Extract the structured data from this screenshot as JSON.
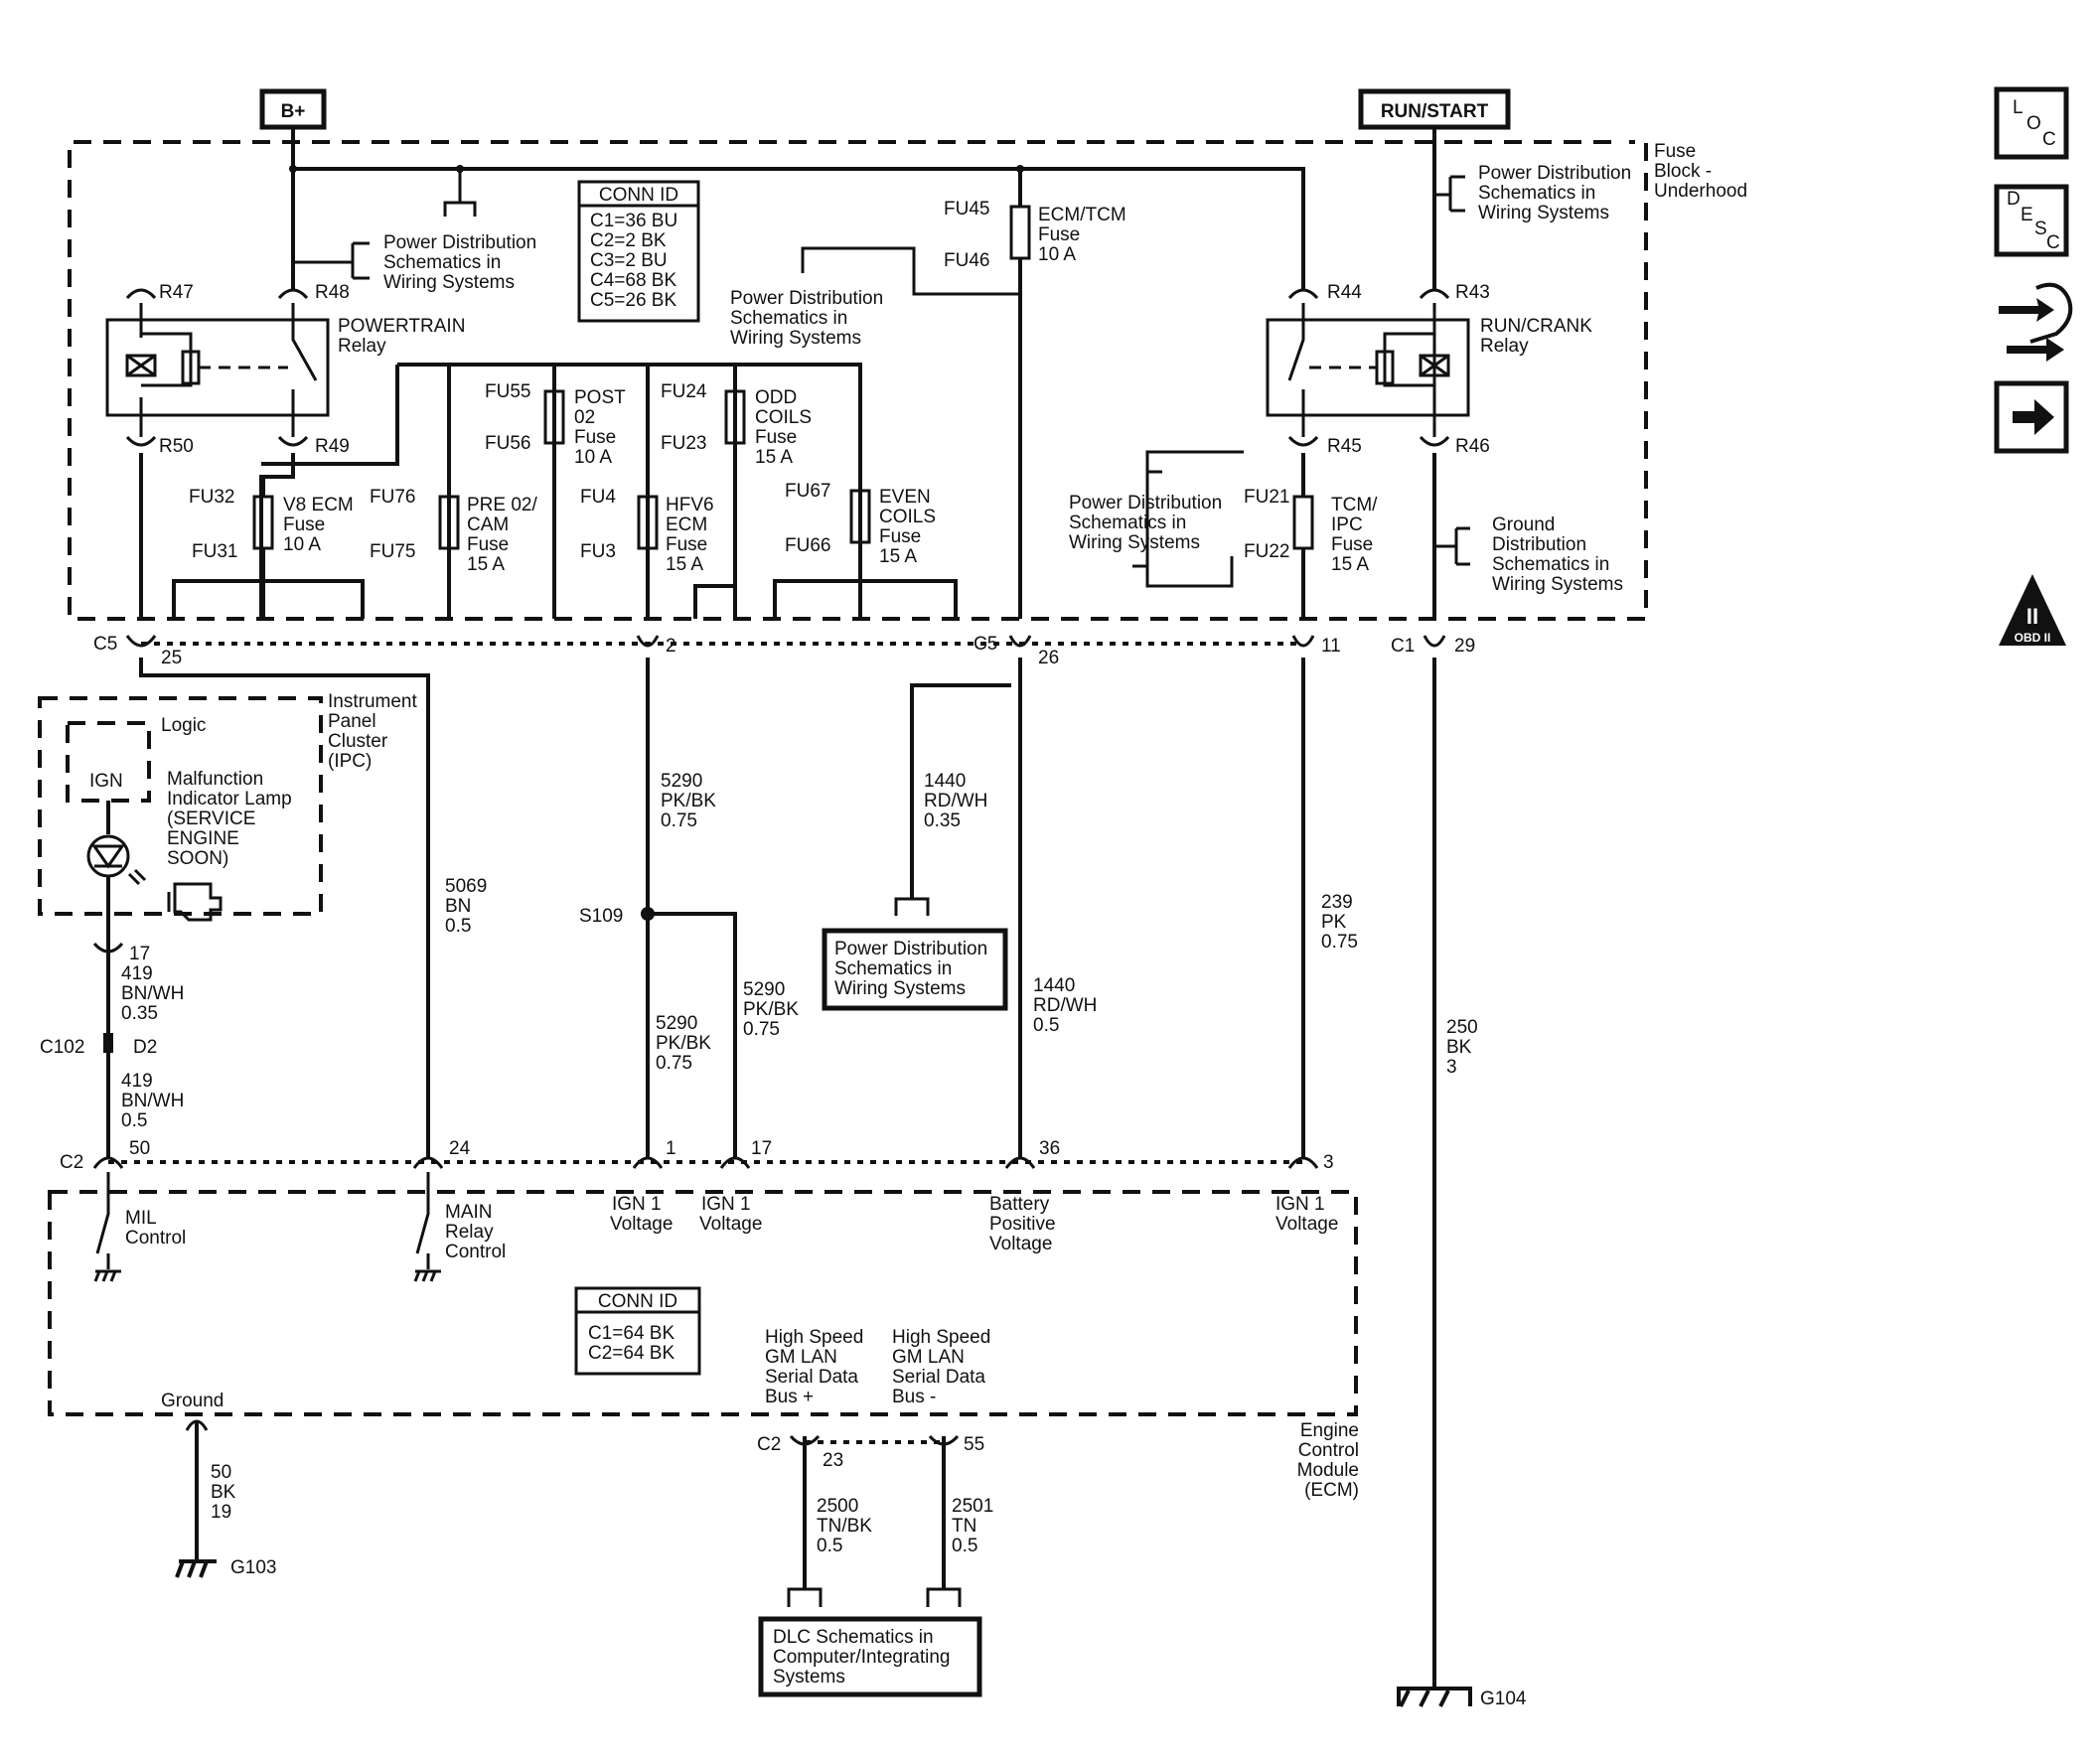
{
  "supplies": {
    "bplus": "B+",
    "run_start": "RUN/START"
  },
  "fuse_block": {
    "title": [
      "Fuse",
      "Block -",
      "Underhood"
    ]
  },
  "conn_id_top": {
    "title": "CONN ID",
    "lines": [
      "C1=36 BU",
      "C2=2 BK",
      "C3=2 BU",
      "C4=68 BK",
      "C5=26 BK"
    ]
  },
  "conn_id_ecm": {
    "title": "CONN ID",
    "lines": [
      "C1=64 BK",
      "C2=64 BK"
    ]
  },
  "pd_ref": [
    "Power Distribution",
    "Schematics in",
    "Wiring Systems"
  ],
  "pd_ref_box": [
    "Power Distribution",
    "Schematics in",
    "Wiring  Systems"
  ],
  "gnd_ref": [
    "Ground",
    "Distribution",
    "Schematics in",
    "Wiring Systems"
  ],
  "dlc_ref": [
    "DLC Schematics in",
    "Computer/Integrating",
    "Systems"
  ],
  "relays": {
    "powertrain": {
      "name": [
        "POWERTRAIN",
        "Relay"
      ],
      "pins": [
        "R47",
        "R48",
        "R50",
        "R49"
      ]
    },
    "run_crank": {
      "name": [
        "RUN/CRANK",
        "Relay"
      ],
      "pins": [
        "R44",
        "R43",
        "R45",
        "R46"
      ]
    }
  },
  "fuses": {
    "ecm_tcm": {
      "label": [
        "ECM/TCM",
        "Fuse",
        "10 A"
      ],
      "top": "FU45",
      "bottom": "FU46"
    },
    "post_o2": {
      "label": [
        "POST",
        "02",
        "Fuse",
        "10 A"
      ],
      "top": "FU55",
      "bottom": "FU56"
    },
    "odd_coils": {
      "label": [
        "ODD",
        "COILS",
        "Fuse",
        "15 A"
      ],
      "top": "FU24",
      "bottom": "FU23"
    },
    "v8_ecm": {
      "label": [
        "V8 ECM",
        "Fuse",
        "10 A"
      ],
      "top": "FU32",
      "bottom": "FU31"
    },
    "pre_o2_cam": {
      "label": [
        "PRE 02/",
        "CAM",
        "Fuse",
        "15 A"
      ],
      "top": "FU76",
      "bottom": "FU75"
    },
    "hfv6_ecm": {
      "label": [
        "HFV6",
        "ECM",
        "Fuse",
        "15 A"
      ],
      "top": "FU4",
      "bottom": "FU3"
    },
    "even_coils": {
      "label": [
        "EVEN",
        "COILS",
        "Fuse",
        "15 A"
      ],
      "top": "FU67",
      "bottom": "FU66"
    },
    "tcm_ipc": {
      "label": [
        "TCM/",
        "IPC",
        "Fuse",
        "15 A"
      ],
      "top": "FU21",
      "bottom": "FU22"
    }
  },
  "c5_row": {
    "c5": "C5",
    "p25": "25",
    "p2": "2",
    "p26": "26",
    "p11": "11",
    "c1": "C1",
    "p29": "29"
  },
  "ipc": {
    "title": [
      "Instrument",
      "Panel",
      "Cluster",
      "(IPC)"
    ],
    "logic": "Logic",
    "ign": "IGN",
    "lamp": [
      "Malfunction",
      "Indicator Lamp",
      "(SERVICE",
      "ENGINE",
      "SOON)"
    ]
  },
  "wires": {
    "w419a": [
      "17",
      "419",
      "BN/WH",
      "0.35"
    ],
    "c102": [
      "C102",
      "D2"
    ],
    "w419b": [
      "419",
      "BN/WH",
      "0.5"
    ],
    "w5069": [
      "5069",
      "BN",
      "0.5"
    ],
    "w5290_top": [
      "5290",
      "PK/BK",
      "0.75"
    ],
    "s109": "S109",
    "w5290_left": [
      "5290",
      "PK/BK",
      "0.75"
    ],
    "w5290_right": [
      "5290",
      "PK/BK",
      "0.75"
    ],
    "w1440_upper": [
      "1440",
      "RD/WH",
      "0.35"
    ],
    "w1440_lower": [
      "1440",
      "RD/WH",
      "0.5"
    ],
    "w239": [
      "239",
      "PK",
      "0.75"
    ],
    "w250": [
      "250",
      "BK",
      "3"
    ],
    "w50": [
      "50",
      "BK",
      "19"
    ],
    "w2500": [
      "2500",
      "TN/BK",
      "0.5"
    ],
    "w2501": [
      "2501",
      "TN",
      "0.5"
    ]
  },
  "c2_row": {
    "c2": "C2",
    "p50": "50",
    "p24": "24",
    "p1": "1",
    "p17": "17",
    "p36": "36",
    "p3": "3"
  },
  "ecm": {
    "title": [
      "Engine",
      "Control",
      "Module",
      "(ECM)"
    ],
    "mil": [
      "MIL",
      "Control"
    ],
    "main_relay": [
      "MAIN",
      "Relay",
      "Control"
    ],
    "ign1_a": [
      "IGN 1",
      "Voltage"
    ],
    "ign1_b": [
      "IGN 1",
      "Voltage"
    ],
    "battery": [
      "Battery",
      "Positive",
      "Voltage"
    ],
    "ign1_c": [
      "IGN 1",
      "Voltage"
    ],
    "ground": "Ground",
    "lan_plus": [
      "High Speed",
      "GM LAN",
      "Serial Data",
      "Bus +"
    ],
    "lan_minus": [
      "High Speed",
      "GM LAN",
      "Serial Data",
      "Bus -"
    ]
  },
  "lan_connector": {
    "c2": "C2",
    "p23": "23",
    "p55": "55"
  },
  "grounds": {
    "g103": "G103",
    "g104": "G104"
  },
  "side_icons": {
    "loc": {
      "icon": "location-icon",
      "letters": [
        "L",
        "O",
        "C"
      ]
    },
    "desc": {
      "icon": "description-icon",
      "letters": [
        "D",
        "E",
        "S",
        "C"
      ]
    },
    "connector": {
      "icon": "connector-end-view-icon"
    },
    "next": {
      "icon": "arrow-right-icon"
    },
    "obd": {
      "icon": "obd-ii-icon",
      "label": "OBD II",
      "numeral": "II"
    }
  }
}
